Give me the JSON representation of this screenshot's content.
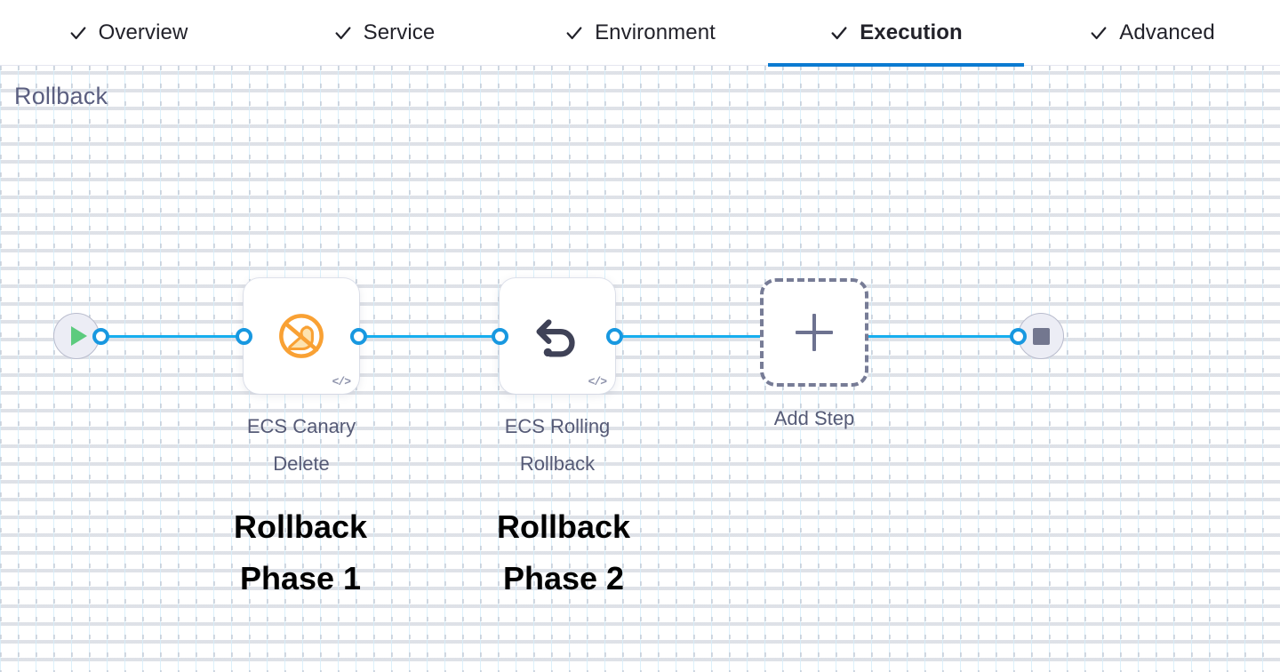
{
  "tabs": [
    {
      "label": "Overview",
      "icon": "check-icon",
      "complete": true,
      "active": false
    },
    {
      "label": "Service",
      "icon": "check-icon",
      "complete": true,
      "active": false
    },
    {
      "label": "Environment",
      "icon": "check-icon",
      "complete": true,
      "active": false
    },
    {
      "label": "Execution",
      "icon": "check-icon",
      "complete": true,
      "active": true
    },
    {
      "label": "Advanced",
      "icon": "check-icon",
      "complete": true,
      "active": false
    }
  ],
  "stage": {
    "title": "Rollback"
  },
  "graph": {
    "start_node": {
      "name": "start-node",
      "icon": "play-icon"
    },
    "end_node": {
      "name": "end-node",
      "icon": "stop-icon"
    },
    "steps": [
      {
        "label_line1": "ECS Canary",
        "label_line2": "Delete",
        "icon": "canary-icon",
        "badge": "</>"
      },
      {
        "label_line1": "ECS Rolling",
        "label_line2": "Rollback",
        "icon": "rollback-arrow-icon",
        "badge": "</>"
      }
    ],
    "add_step": {
      "label": "Add Step",
      "icon": "plus-icon"
    }
  },
  "annotations": [
    {
      "line1": "Rollback",
      "line2": "Phase 1"
    },
    {
      "line1": "Rollback",
      "line2": "Phase 2"
    }
  ],
  "colors": {
    "accent_blue": "#0b7ad1",
    "edge_blue": "#17aeef",
    "port_blue": "#1898e0",
    "canary_orange": "#f9a134",
    "play_green": "#5ccb7e",
    "stop_grey": "#73778f",
    "title_slate": "#5b5f80"
  }
}
